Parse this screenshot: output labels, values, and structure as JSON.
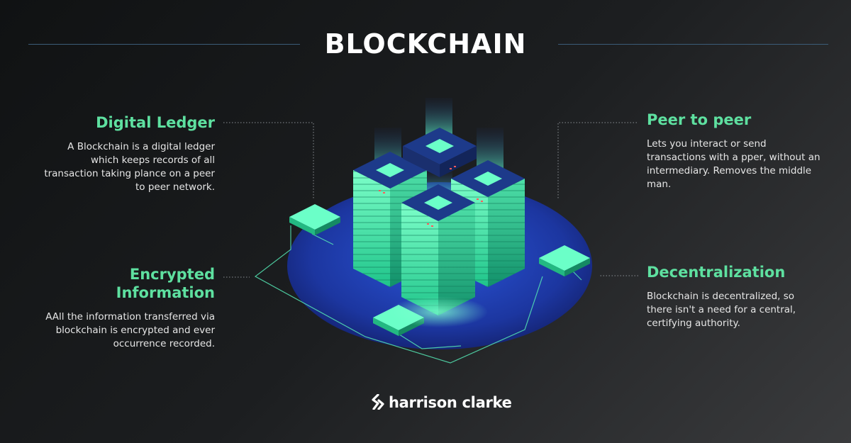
{
  "title": "BLOCKCHAIN",
  "cards": {
    "digital_ledger": {
      "heading": "Digital Ledger",
      "body": "A Blockchain is a digital ledger which keeps records of all transaction taking plance on a peer to peer network."
    },
    "encrypted_information": {
      "heading": "Encrypted Information",
      "body": "AAll the information transferred via blockchain is encrypted and ever occurrence recorded."
    },
    "peer_to_peer": {
      "heading": "Peer to peer",
      "body": "Lets you interact or send transactions with a pper, without an intermediary. Removes the middle man."
    },
    "decentralization": {
      "heading": "Decentralization",
      "body": "Blockchain is decentralized, so there isn't a need for a central, certifying authority."
    }
  },
  "brand": {
    "name": "harrison clarke",
    "icon": "harrison-clarke-logo-icon"
  },
  "colors": {
    "accent": "#5ee0a0",
    "neon": "#4dffc0",
    "platform": "#1f3fb0",
    "heading_text": "#ffffff",
    "body_text": "#e6e6e6"
  }
}
